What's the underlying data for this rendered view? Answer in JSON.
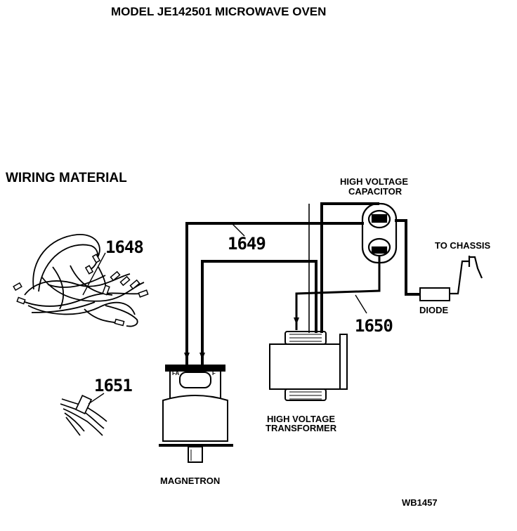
{
  "title": "MODEL JE142501 MICROWAVE OVEN",
  "section_heading": "WIRING MATERIAL",
  "parts": {
    "harness_main": "1648",
    "lead_long": "1649",
    "lead_hv": "1650",
    "harness_small": "1651"
  },
  "components": {
    "capacitor_line1": "HIGH VOLTAGE",
    "capacitor_line2": "CAPACITOR",
    "chassis": "TO CHASSIS",
    "diode": "DIODE",
    "transformer_line1": "HIGH VOLTAGE",
    "transformer_line2": "TRANSFORMER",
    "magnetron": "MAGNETRON"
  },
  "magnetron_terminals": {
    "left": "FA",
    "right": "F"
  },
  "drawing_code": "WB1457"
}
